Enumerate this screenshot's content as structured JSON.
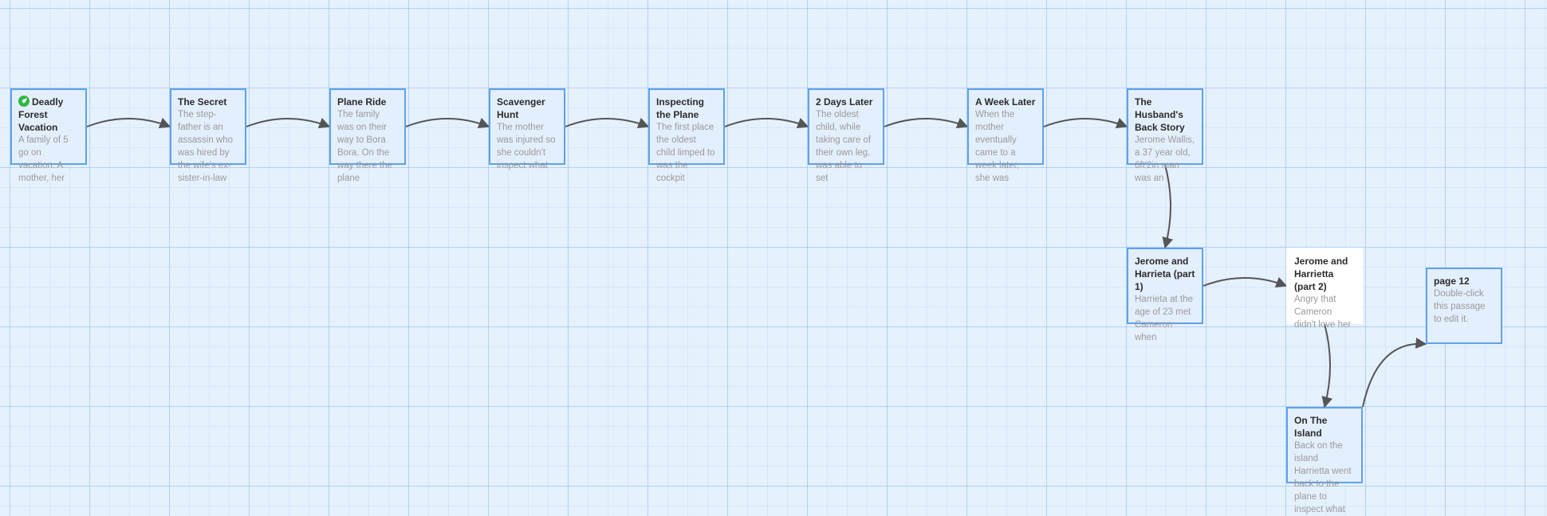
{
  "story_map": {
    "passages": [
      {
        "id": "deadly",
        "title": "Deadly Forest Vacation",
        "excerpt": "A family of 5 go on vacation. A mother, her",
        "start": true
      },
      {
        "id": "secret",
        "title": "The Secret",
        "excerpt": "The step-father is an assassin who was hired by the wife's ex-sister-in-law"
      },
      {
        "id": "plane",
        "title": "Plane Ride",
        "excerpt": "The family was on their way to Bora Bora. On the way there the plane"
      },
      {
        "id": "scavenger",
        "title": "Scavenger Hunt",
        "excerpt": "The mother was injured so she couldn't inspect what"
      },
      {
        "id": "inspecting",
        "title": "Inspecting the Plane",
        "excerpt": "The first place the oldest child limped to was the cockpit"
      },
      {
        "id": "twodays",
        "title": "2 Days Later",
        "excerpt": "The oldest child, while taking care of their own leg, was able to set"
      },
      {
        "id": "week",
        "title": "A Week Later",
        "excerpt": "When the mother eventually came to a week later, she was"
      },
      {
        "id": "husband",
        "title": "The Husband's Back Story",
        "excerpt": "Jerome Wallis, a 37 year old, 6ft'2in man was an"
      },
      {
        "id": "jh1",
        "title": "Jerome and Harrieta (part 1)",
        "excerpt": "Harrieta at the age of 23 met Cameron when"
      },
      {
        "id": "jh2",
        "title": "Jerome and Harrietta (part 2)",
        "excerpt": "Angry that Cameron didn't love her",
        "selected": true
      },
      {
        "id": "island",
        "title": "On The Island",
        "excerpt": "Back on the island Harrietta went back to the plane to inspect what"
      },
      {
        "id": "page12",
        "title": "page 12",
        "excerpt": "Double-click this passage to edit it."
      }
    ],
    "links": [
      [
        "deadly",
        "secret"
      ],
      [
        "secret",
        "plane"
      ],
      [
        "plane",
        "scavenger"
      ],
      [
        "scavenger",
        "inspecting"
      ],
      [
        "inspecting",
        "twodays"
      ],
      [
        "twodays",
        "week"
      ],
      [
        "week",
        "husband"
      ],
      [
        "husband",
        "jh1"
      ],
      [
        "jh1",
        "jh2"
      ],
      [
        "jh2",
        "island"
      ],
      [
        "island",
        "page12"
      ]
    ],
    "colors": {
      "link": "#555555",
      "start_icon": "#2fb745",
      "border": "#5ea2ea"
    }
  }
}
